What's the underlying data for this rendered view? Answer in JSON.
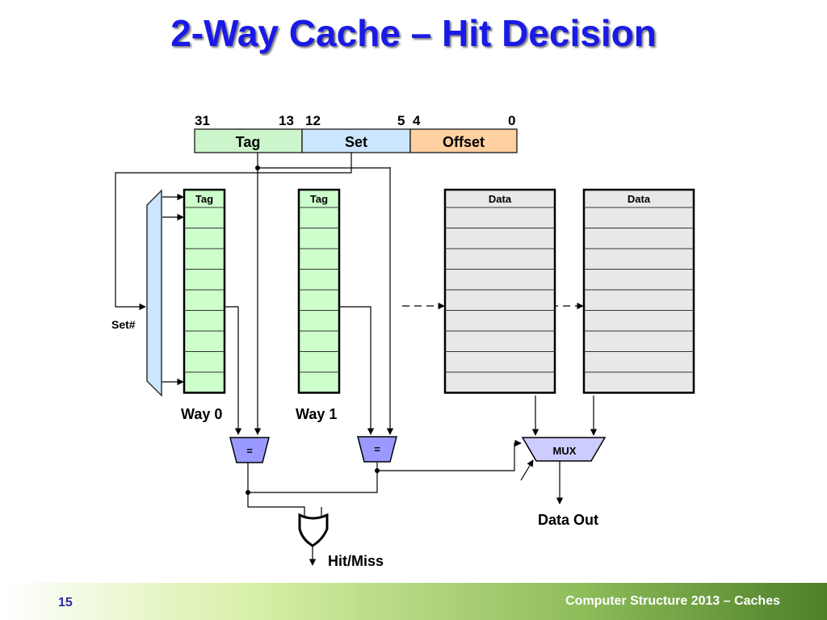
{
  "title": "2-Way Cache – Hit Decision",
  "address": {
    "bits": {
      "b31": "31",
      "b13": "13",
      "b12": "12",
      "b5": "5",
      "b4": "4",
      "b0": "0"
    },
    "fields": {
      "tag": "Tag",
      "set": "Set",
      "offset": "Offset"
    }
  },
  "arrays": {
    "tag_header": "Tag",
    "data_header": "Data",
    "way0": "Way 0",
    "way1": "Way 1",
    "set_label": "Set#"
  },
  "logic": {
    "compare": "=",
    "mux": "MUX",
    "data_out": "Data Out",
    "hit_miss": "Hit/Miss"
  },
  "colors": {
    "title": "#1a1ae6",
    "tag_field": "#ccf5cc",
    "set_field": "#cce6ff",
    "offset_field": "#ffd0a0",
    "tag_array": "#ccffcc",
    "data_array": "#e8e8e8",
    "comparator": "#9999ff",
    "decoder": "#cce6ff"
  },
  "footer": {
    "page": "15",
    "caption": "Computer Structure 2013 – Caches"
  }
}
